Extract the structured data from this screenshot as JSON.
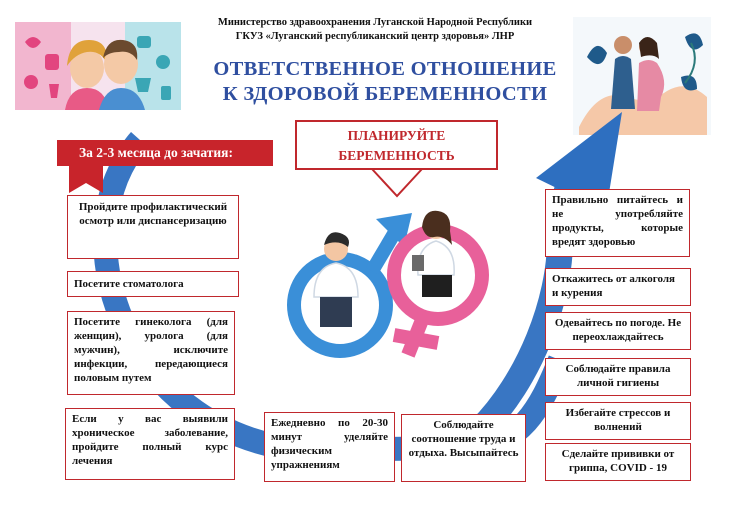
{
  "header": {
    "ministry_line1": "Министерство здравоохранения Луганской Народной Республики",
    "ministry_line2": "ГКУЗ «Луганский республиканский центр здоровья» ЛНР",
    "title_line1": "ОТВЕТСТВЕННОЕ ОТНОШЕНИЕ",
    "title_line2": "К ЗДОРОВОЙ БЕРЕМЕННОСТИ"
  },
  "banner": {
    "label": "За 2-3 месяца до зачатия:"
  },
  "plan": {
    "line1": "ПЛАНИРУЙТЕ",
    "line2": "БЕРЕМЕННОСТЬ"
  },
  "left_tips": [
    "Пройдите профилактический осмотр или диспансеризацию",
    "Посетите стоматолога",
    "Посетите гинеколога (для женщин), уролога (для мужчин), исключите инфекции, передающиеся половым путем",
    "Если у вас выявили хроническое заболевание, пройдите полный курс лечения"
  ],
  "bottom_tips": [
    "Ежедневно по 20-30 минут уделяйте физическим упражнениям",
    "Соблюдайте соотношение труда и отдыха. Высыпайтесь"
  ],
  "right_tips": [
    "Правильно питайтесь и не употребляйте продукты, которые вредят здоровью",
    "Откажитесь от алкоголя и курения",
    "Одевайтесь по погоде. Не переохлаждайтесь",
    "Соблюдайте правила личной гигиены",
    "Избегайте стрессов и волнений",
    "Сделайте прививки от гриппа, COVID - 19"
  ],
  "colors": {
    "accent_red": "#c8242b",
    "title_blue": "#2f4fa0",
    "arrow_blue": "#2e78c7",
    "pink": "#e8609a"
  }
}
